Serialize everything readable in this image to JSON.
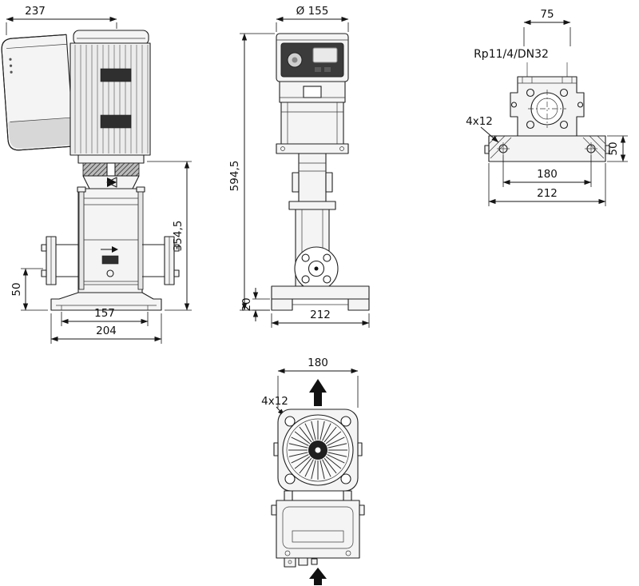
{
  "side_view": {
    "dim_depth_total": "237",
    "dim_height_pump": "354,5",
    "dim_height_port": "50",
    "dim_span_feet": "157",
    "dim_width_base": "204"
  },
  "front_view": {
    "dim_motor_diameter": "Ø 155",
    "dim_height_total": "594,5",
    "dim_height_foot": "20",
    "dim_width_base": "212"
  },
  "port_view": {
    "dim_port_spacing": "75",
    "label_connection": "Rp11/4/DN32",
    "label_bolt_holes": "4x12",
    "dim_height_base": "50",
    "dim_hole_spacing": "180",
    "dim_width_base": "212"
  },
  "top_view": {
    "dim_housing_width": "180",
    "label_bolt_holes": "4x12"
  }
}
